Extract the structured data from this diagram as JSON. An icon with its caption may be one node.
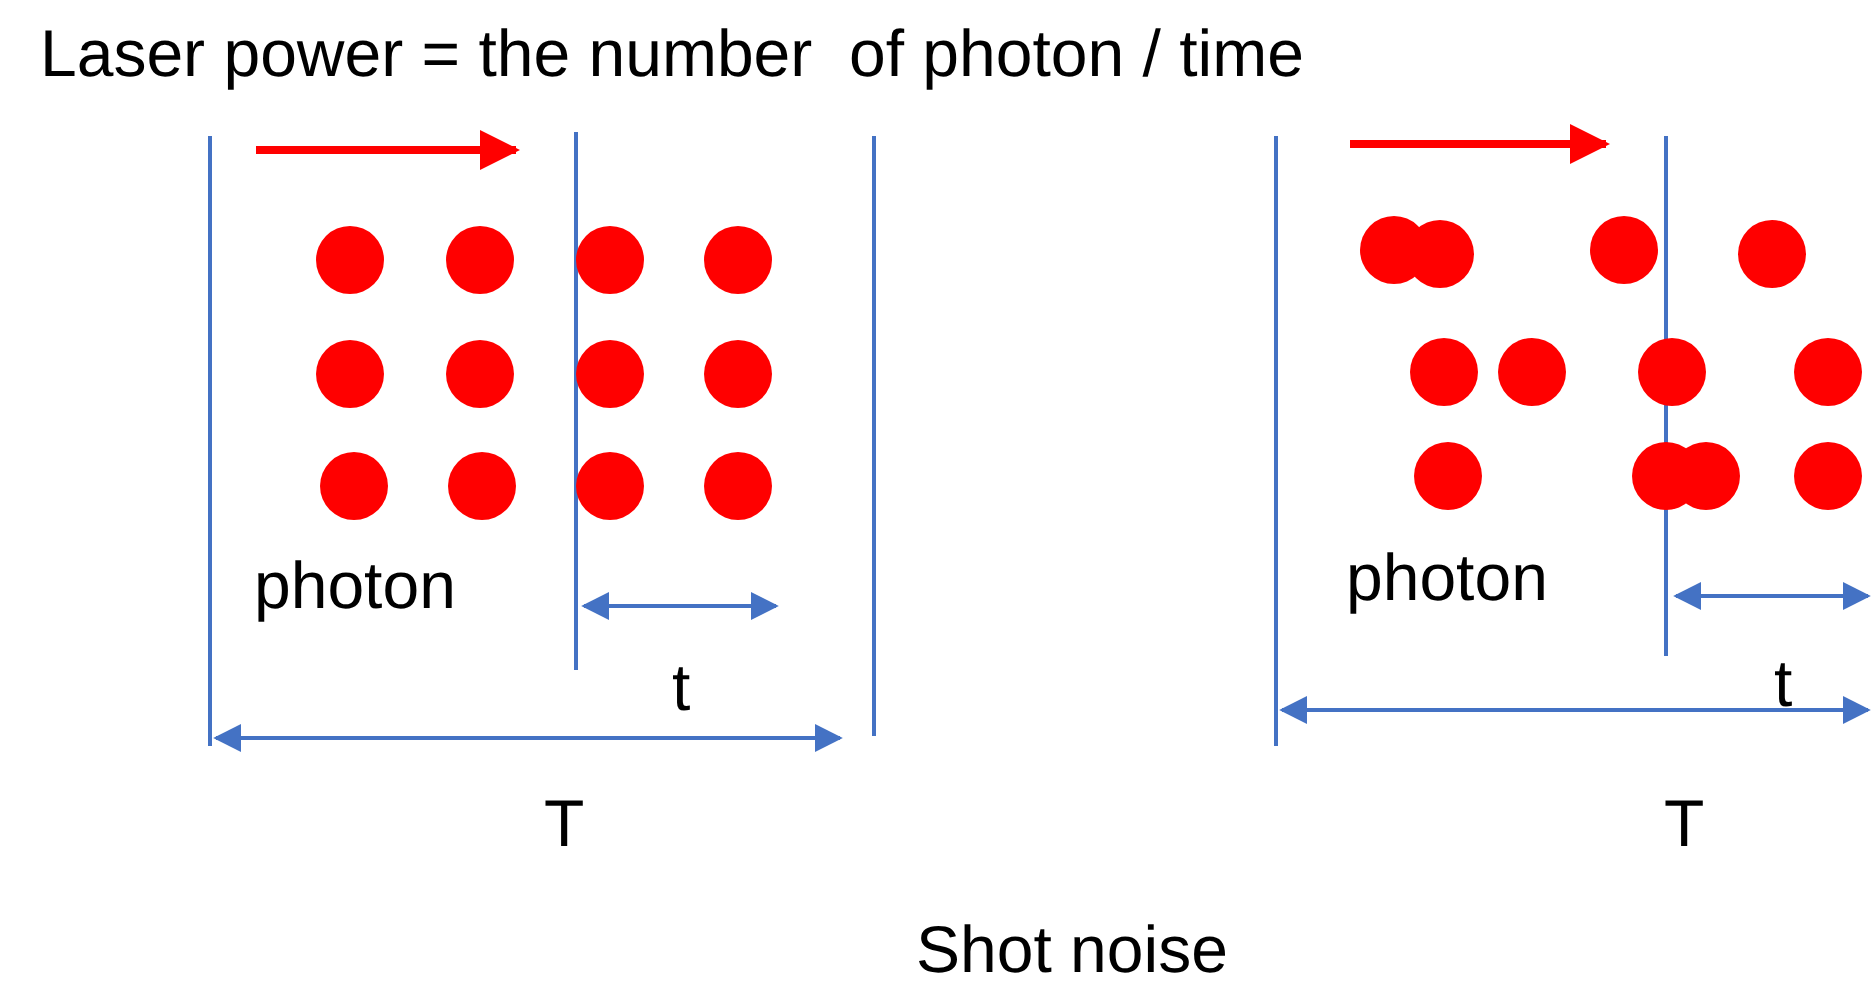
{
  "diagram": {
    "title": "Laser power = the number  of photon / time",
    "caption": "Shot noise",
    "labels": [
      "photon",
      "t",
      "T",
      "photon",
      "t",
      "T"
    ]
  }
}
